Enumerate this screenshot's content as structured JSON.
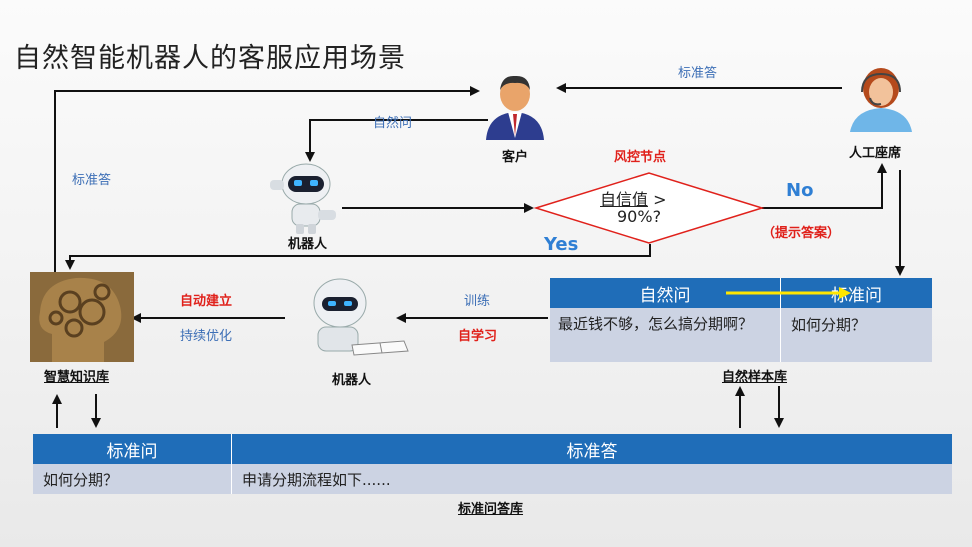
{
  "title": "自然智能机器人的客服应用场景",
  "labels": {
    "std_answer_top": "标准答",
    "natural_question": "自然问",
    "customer": "客户",
    "risk_node": "风控节点",
    "agent": "人工座席",
    "std_answer_left": "标准答",
    "robot1": "机器人",
    "no": "No",
    "yes": "Yes",
    "hint": "（提示答案）",
    "confidence_line1": "自信值",
    "confidence_gt": " >",
    "confidence_line2": "90%?",
    "auto_build": "自动建立",
    "continuous_opt": "持续优化",
    "train": "训练",
    "self_learn": "自学习",
    "kb": "智慧知识库",
    "robot2": "机器人",
    "sample_lib": "自然样本库",
    "qa_lib": "标准问答库"
  },
  "sample_table": {
    "headers": [
      "自然问",
      "标准问"
    ],
    "row": [
      "最近钱不够，怎么搞分期啊？",
      "如何分期？"
    ]
  },
  "qa_table": {
    "headers": [
      "标准问",
      "标准答"
    ],
    "row": [
      "如何分期？",
      "申请分期流程如下......"
    ]
  },
  "colors": {
    "header_blue": "#1f6db8",
    "cell_gray": "#ccd3e3",
    "label_blue": "#3d6fb6",
    "label_red": "#e0211b",
    "yes_no_blue": "#2f7fd4",
    "diamond_border": "#e0211b",
    "yellow_arrow": "#ffe600"
  }
}
